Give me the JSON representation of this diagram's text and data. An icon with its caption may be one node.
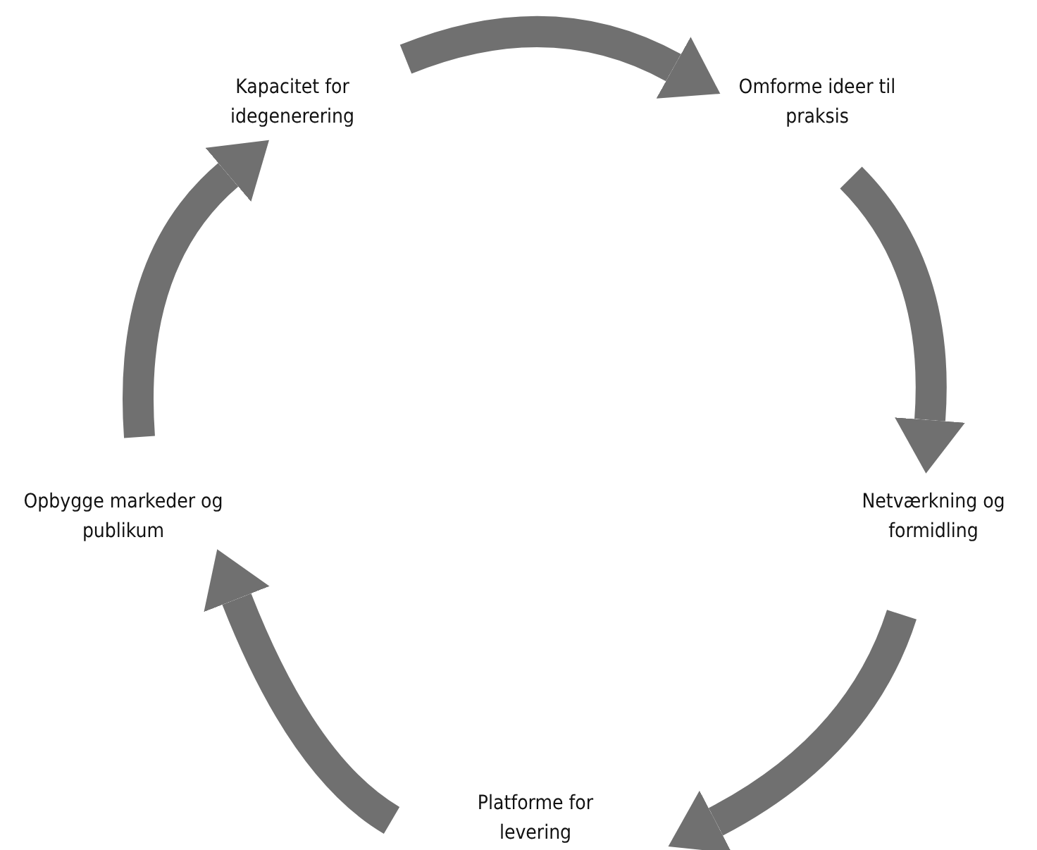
{
  "diagram": {
    "nodes": [
      {
        "text": [
          "Kapacitet for idegenerering"
        ]
      },
      {
        "text": [
          "Omforme ideer til praksis"
        ]
      },
      {
        "text": [
          "Netværkning og formidling"
        ]
      },
      {
        "text": [
          "Platforme for levering"
        ]
      },
      {
        "text": [
          "Opbygge markeder og publikum"
        ]
      }
    ],
    "edges": [
      {
        "from": 0,
        "to": 1,
        "arrow": "to"
      },
      {
        "from": 1,
        "to": 2,
        "arrow": "to"
      },
      {
        "from": 2,
        "to": 3,
        "arrow": "to"
      },
      {
        "from": 3,
        "to": 4,
        "arrow": "to"
      },
      {
        "from": 4,
        "to": 0,
        "arrow": "to"
      }
    ]
  }
}
